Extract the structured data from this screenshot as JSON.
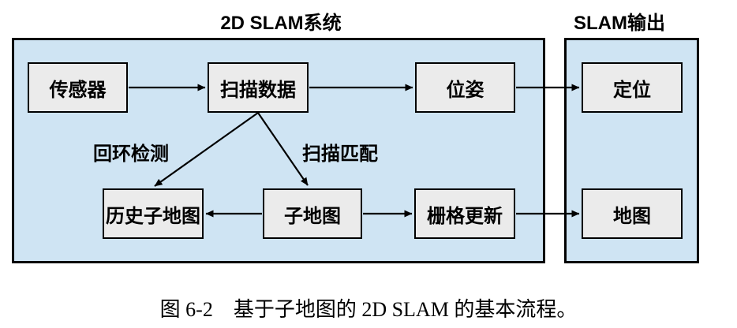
{
  "titles": {
    "system": "2D SLAM系统",
    "output": "SLAM输出"
  },
  "nodes": {
    "sensor": "传感器",
    "scan_data": "扫描数据",
    "pose": "位姿",
    "localization": "定位",
    "history_submap": "历史子地图",
    "submap": "子地图",
    "grid_update": "栅格更新",
    "map": "地图"
  },
  "edge_labels": {
    "loop_closure": "回环检测",
    "scan_matching": "扫描匹配"
  },
  "caption": "图 6-2　基于子地图的 2D SLAM 的基本流程。",
  "colors": {
    "container_fill": "#cfe4f3",
    "container_border": "#000000",
    "node_fill": "#ebebeb",
    "node_border": "#000000",
    "arrow": "#000000",
    "text": "#000000",
    "background": "#ffffff"
  }
}
